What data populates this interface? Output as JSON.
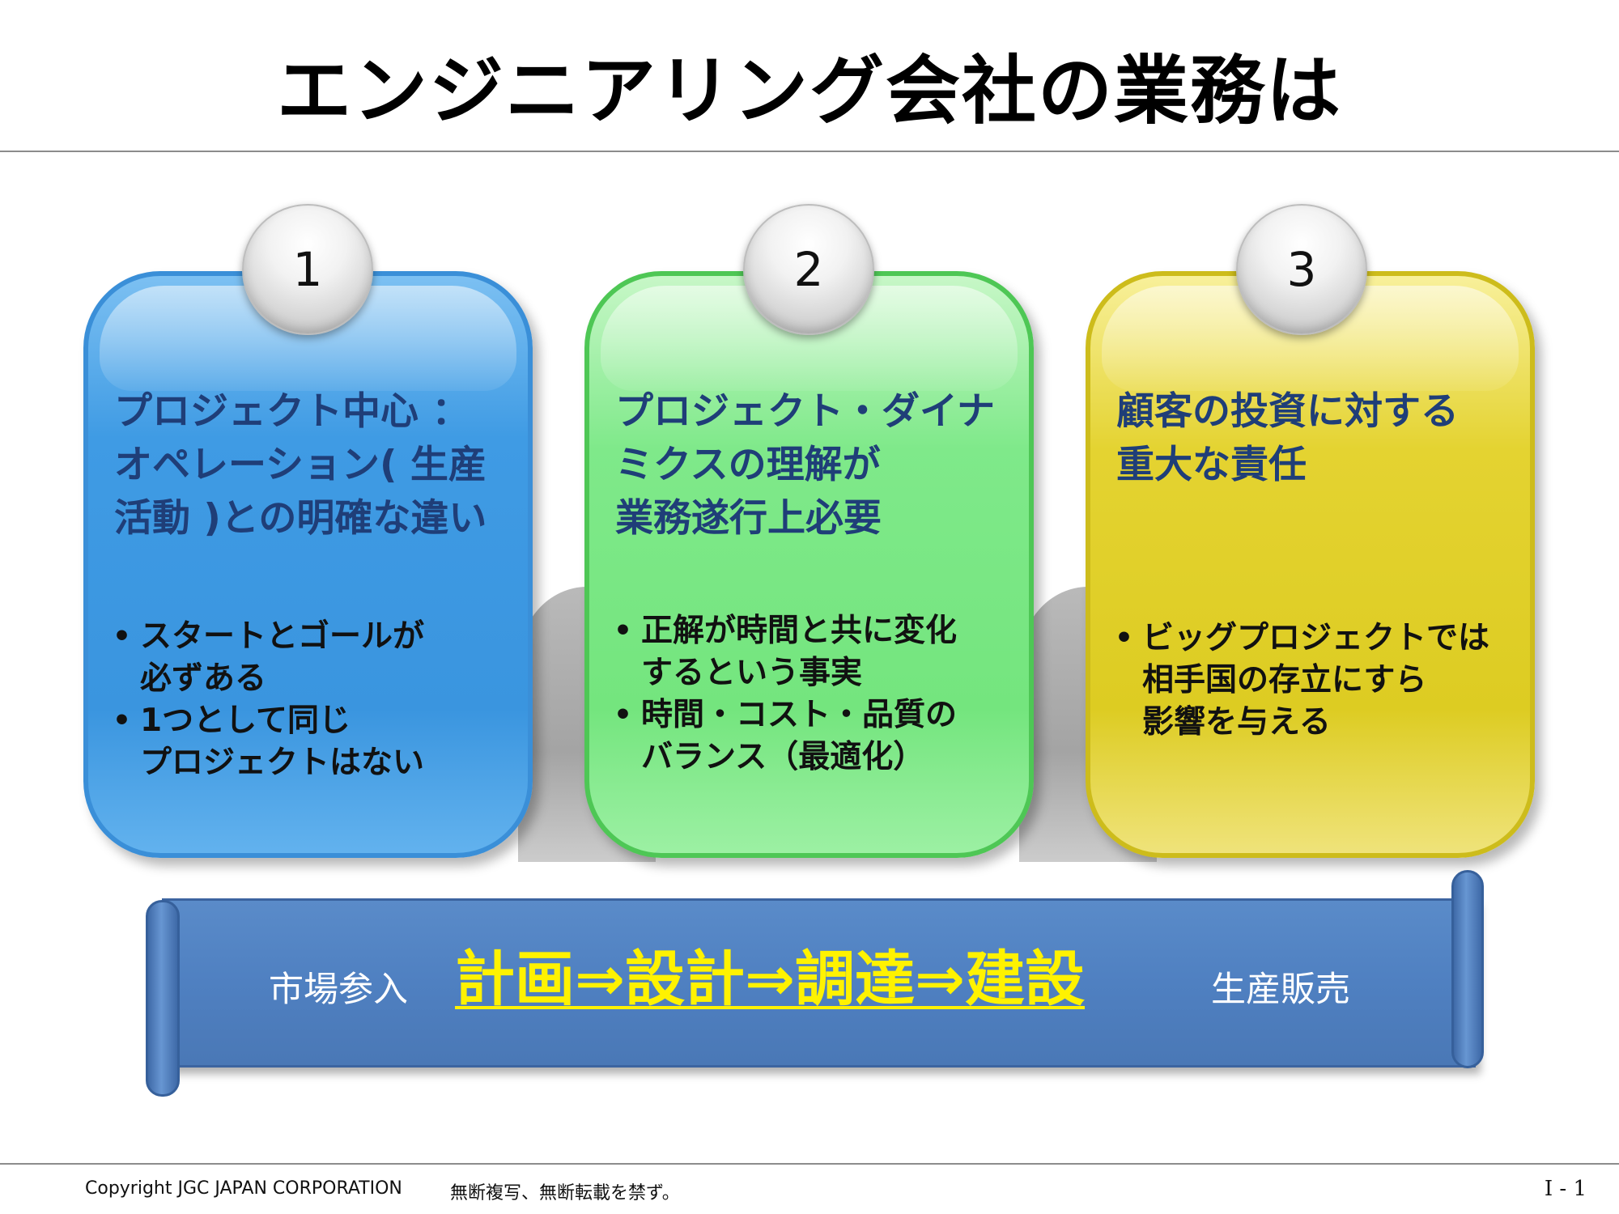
{
  "header": {
    "title": "エンジニアリング会社の業務は"
  },
  "cards": [
    {
      "number": "1",
      "heading": "プロジェクト中心 ：\nオペレーション( 生産\n活動 )との明確な違い",
      "bullets": [
        "スタートとゴールが\n必ずある",
        "1つとして同じ\nプロジェクトはない"
      ],
      "color": "#3f9be4"
    },
    {
      "number": "2",
      "heading": "プロジェクト・ダイナ\nミクスの理解が\n業務遂行上必要",
      "bullets": [
        "正解が時間と共に変化\nするという事実",
        "時間・コスト・品質の\nバランス（最適化）"
      ],
      "color": "#74e57e"
    },
    {
      "number": "3",
      "heading": "顧客の投資に対する\n重大な責任",
      "bullets": [
        "ビッグプロジェクトでは\n相手国の存立にすら\n影響を与える"
      ],
      "color": "#ddcc22"
    }
  ],
  "banner": {
    "start": "市場参入",
    "flow": "計画⇒設計⇒調達⇒建設",
    "end": "生産販売",
    "color": "#4f80c1",
    "highlight_color": "#fff200"
  },
  "footer": {
    "copyright": "Copyright JGC JAPAN CORPORATION",
    "notice": "無断複写、無断転載を禁ず。",
    "page": "I - 1"
  }
}
